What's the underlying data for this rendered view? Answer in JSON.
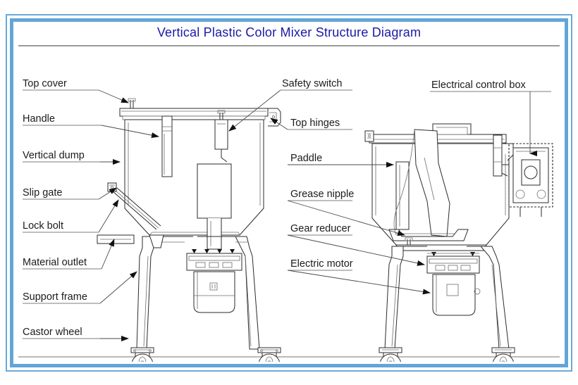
{
  "document": {
    "title": "Vertical Plastic Color Mixer Structure Diagram",
    "frame_color": "#62a5d8",
    "title_color": "#1a1aa8"
  },
  "labels": {
    "left_column": [
      {
        "id": "top-cover",
        "text": "Top cover"
      },
      {
        "id": "handle",
        "text": "Handle"
      },
      {
        "id": "vertical-dump",
        "text": "Vertical dump"
      },
      {
        "id": "slip-gate",
        "text": "Slip gate"
      },
      {
        "id": "lock-bolt",
        "text": "Lock bolt"
      },
      {
        "id": "material-outlet",
        "text": "Material outlet"
      },
      {
        "id": "support-frame",
        "text": "Support frame"
      },
      {
        "id": "castor-wheel",
        "text": "Castor wheel"
      }
    ],
    "middle_column": [
      {
        "id": "safety-switch",
        "text": "Safety switch"
      },
      {
        "id": "top-hinges",
        "text": "Top hinges"
      },
      {
        "id": "paddle",
        "text": "Paddle"
      },
      {
        "id": "grease-nipple",
        "text": "Grease nipple"
      },
      {
        "id": "gear-reducer",
        "text": "Gear reducer"
      },
      {
        "id": "electric-motor",
        "text": "Electric motor"
      }
    ],
    "right_column": [
      {
        "id": "electrical-control-box",
        "text": "Electrical control box"
      }
    ]
  },
  "views": {
    "left_machine": "front elevation of vertical plastic color mixer",
    "right_machine": "sectional side view showing internal paddle"
  }
}
